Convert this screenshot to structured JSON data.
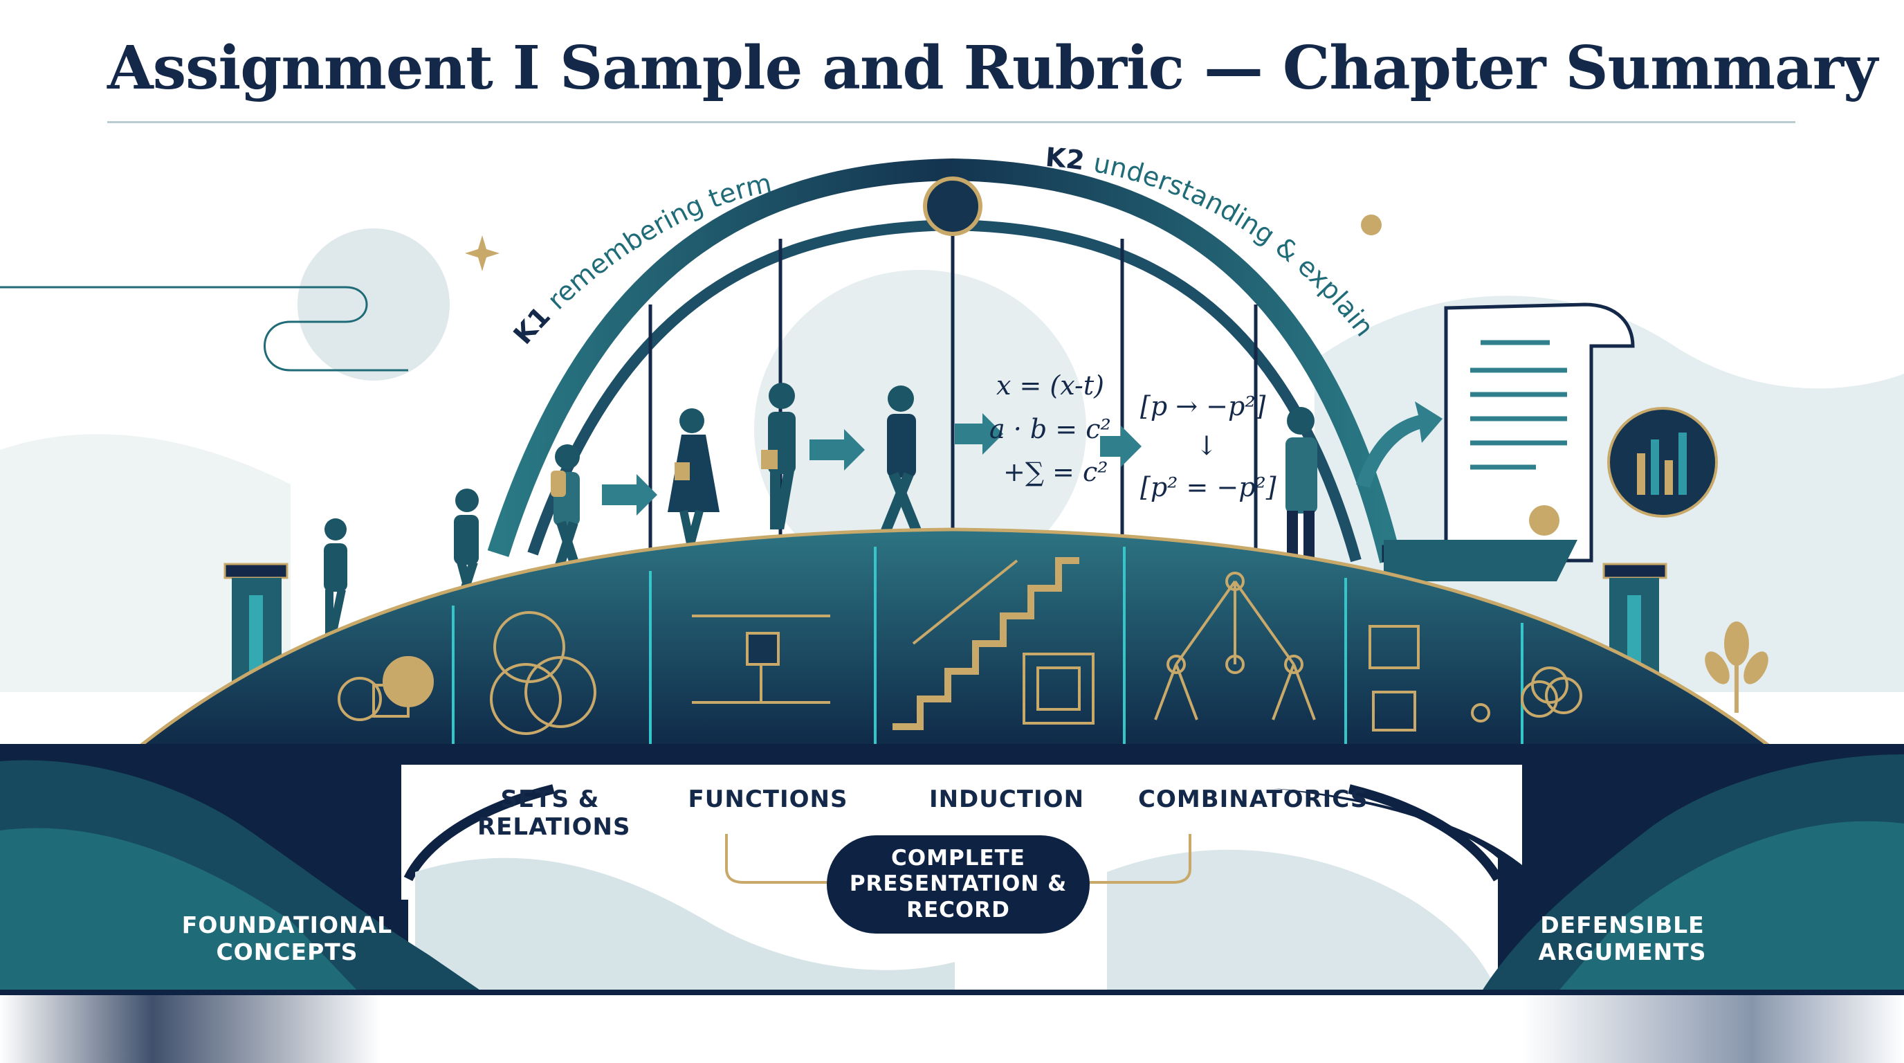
{
  "title": "Assignment I Sample and Rubric — Chapter Summary",
  "arc_labels": {
    "k1_tag": "K1",
    "k1_text": "remembering terms",
    "k2_tag": "K2",
    "k2_text": "understanding & explaining"
  },
  "equations": {
    "left": [
      "x = (x-t)",
      "a · b = c²",
      "+∑ = c²"
    ],
    "right_top": "[p → −p²]",
    "right_arrow": "↓",
    "right_bottom": "[p² = −p²]"
  },
  "topics": [
    "SETS &\nRELATIONS",
    "FUNCTIONS",
    "INDUCTION",
    "COMBINATORICS"
  ],
  "center_pill": "COMPLETE\nPRESENTATION &\nRECORD",
  "left_base": "FOUNDATIONAL\nCONCEPTS",
  "right_base": "DEFENSIBLE\nARGUMENTS",
  "colors": {
    "navy": "#0e2343",
    "teal": "#1f6b78",
    "gold": "#c9a96a",
    "mist": "#dbe7ea"
  }
}
